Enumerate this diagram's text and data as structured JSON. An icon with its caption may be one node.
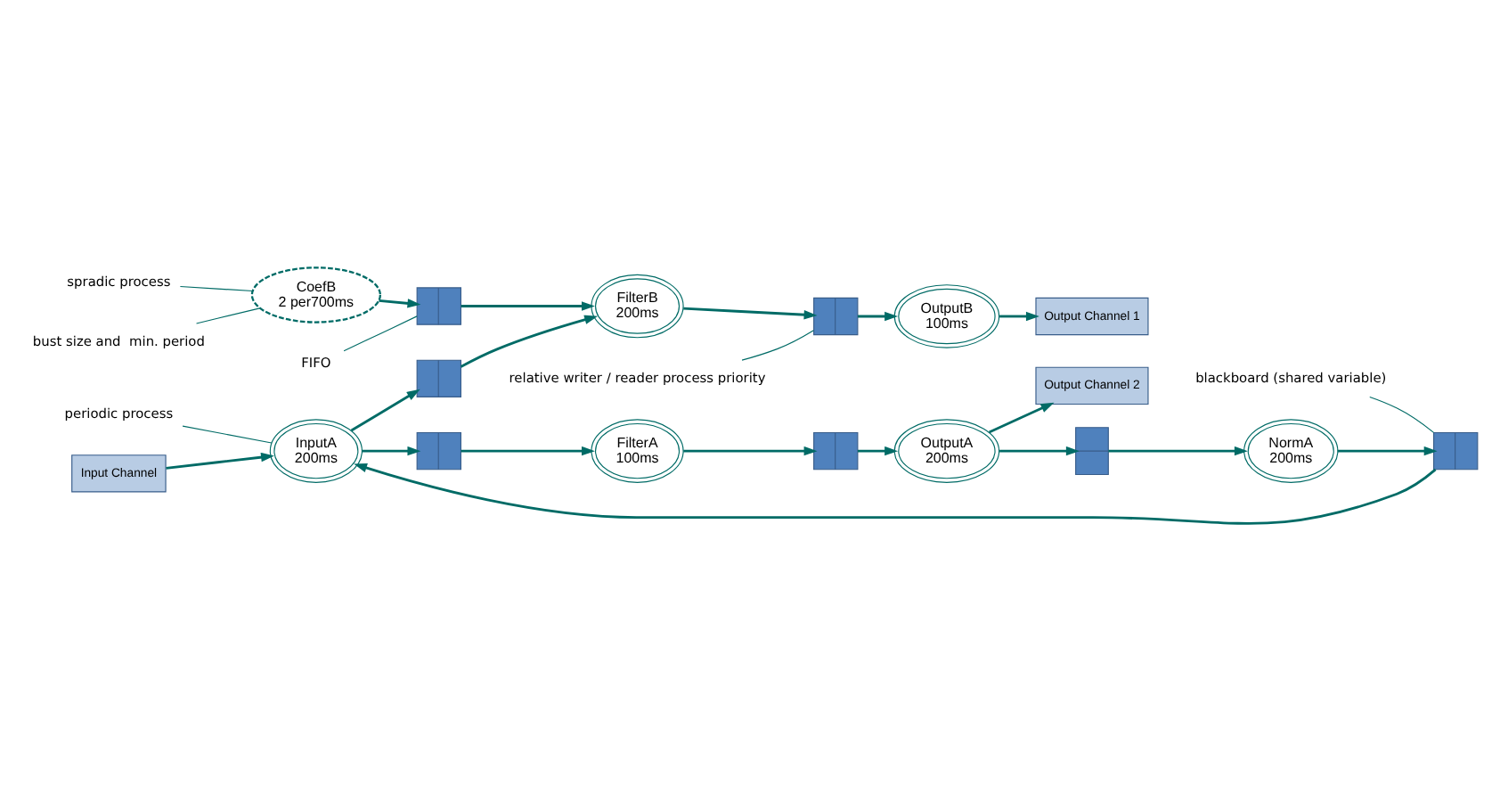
{
  "diagram": {
    "nodes": [
      {
        "text": [
          "spradic process"
        ]
      },
      {
        "text": [
          "CoefB",
          "2 per700ms"
        ]
      },
      {
        "text": [
          "bust size and  min. period"
        ]
      },
      {
        "text": [
          "FIFO"
        ]
      },
      {
        "text": [],
        "shape": "box"
      },
      {
        "text": [
          "FilterB",
          "200ms"
        ]
      },
      {
        "text": [],
        "shape": "box"
      },
      {
        "text": [
          "relative writer / reader process priority"
        ]
      },
      {
        "text": [
          "OutputB",
          "100ms"
        ]
      },
      {
        "text": [
          "Output Channel 1"
        ]
      },
      {
        "text": [
          "Output Channel 2"
        ]
      },
      {
        "text": [
          "periodic process"
        ]
      },
      {
        "text": [
          "InputA",
          "200ms"
        ]
      },
      {
        "text": [],
        "shape": "box"
      },
      {
        "text": [],
        "shape": "box"
      },
      {
        "text": [
          "FilterA",
          "100ms"
        ]
      },
      {
        "text": [],
        "shape": "box"
      },
      {
        "text": [
          "OutputA",
          "200ms"
        ]
      },
      {
        "text": [],
        "shape": "box"
      },
      {
        "text": [
          "NormA",
          "200ms"
        ]
      },
      {
        "text": [
          "blackboard (shared variable)"
        ]
      },
      {
        "text": [],
        "shape": "box"
      },
      {
        "text": [
          "Input Channel"
        ]
      }
    ],
    "edges": [
      {
        "from": 0,
        "to": 1,
        "arrow": "none"
      },
      {
        "from": 2,
        "to": 1,
        "arrow": "none"
      },
      {
        "from": 3,
        "to": 4,
        "arrow": "none"
      },
      {
        "from": 1,
        "to": 4,
        "arrow": "to"
      },
      {
        "from": 4,
        "to": 5,
        "arrow": "to"
      },
      {
        "from": 5,
        "to": 6,
        "arrow": "to"
      },
      {
        "from": 7,
        "to": 6,
        "arrow": "none"
      },
      {
        "from": 6,
        "to": 8,
        "arrow": "to"
      },
      {
        "from": 8,
        "to": 9,
        "arrow": "to"
      },
      {
        "from": 11,
        "to": 12,
        "arrow": "none"
      },
      {
        "from": 12,
        "to": 13,
        "arrow": "to"
      },
      {
        "from": 13,
        "to": 5,
        "arrow": "to"
      },
      {
        "from": 12,
        "to": 14,
        "arrow": "to"
      },
      {
        "from": 14,
        "to": 15,
        "arrow": "to"
      },
      {
        "from": 15,
        "to": 16,
        "arrow": "to"
      },
      {
        "from": 16,
        "to": 17,
        "arrow": "to"
      },
      {
        "from": 17,
        "to": 10,
        "arrow": "to"
      },
      {
        "from": 17,
        "to": 18,
        "arrow": "to"
      },
      {
        "from": 18,
        "to": 19,
        "arrow": "to"
      },
      {
        "from": 20,
        "to": 21,
        "arrow": "none"
      },
      {
        "from": 19,
        "to": 21,
        "arrow": "to"
      },
      {
        "from": 21,
        "to": 12,
        "arrow": "to"
      },
      {
        "from": 22,
        "to": 12,
        "arrow": "to"
      }
    ]
  }
}
